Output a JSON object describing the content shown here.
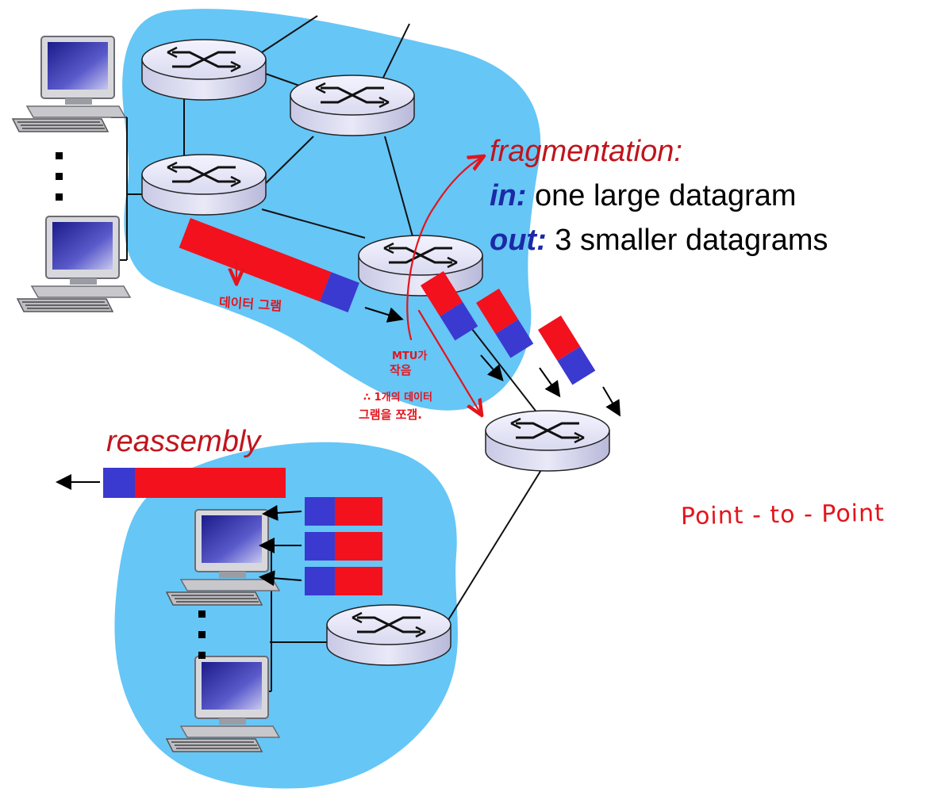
{
  "fragmentation": {
    "title": "fragmentation:",
    "in_keyword": "in:",
    "in_text": " one large datagram",
    "out_keyword": "out:",
    "out_text": " 3 smaller datagrams"
  },
  "reassembly": {
    "title": "reassembly"
  },
  "handwritten_notes": {
    "datagram": "데이터 그램",
    "mtu": "MTU가",
    "small": "작음",
    "split_line1": "∴ 1개의 데이터",
    "split_line2": "그램을 쪼갬.",
    "point_to_point": "Point - to - Point"
  },
  "colors": {
    "cloud": "#66c6f6",
    "fragment_header": "#3a3ad0",
    "fragment_payload": "#f2111d",
    "annotation_red": "#e4141c",
    "keyword_blue": "#1c2aa6",
    "title_red": "#c0141c"
  },
  "icons": [
    "router-icon",
    "desktop-computer-icon",
    "ellipsis-dots-icon"
  ]
}
